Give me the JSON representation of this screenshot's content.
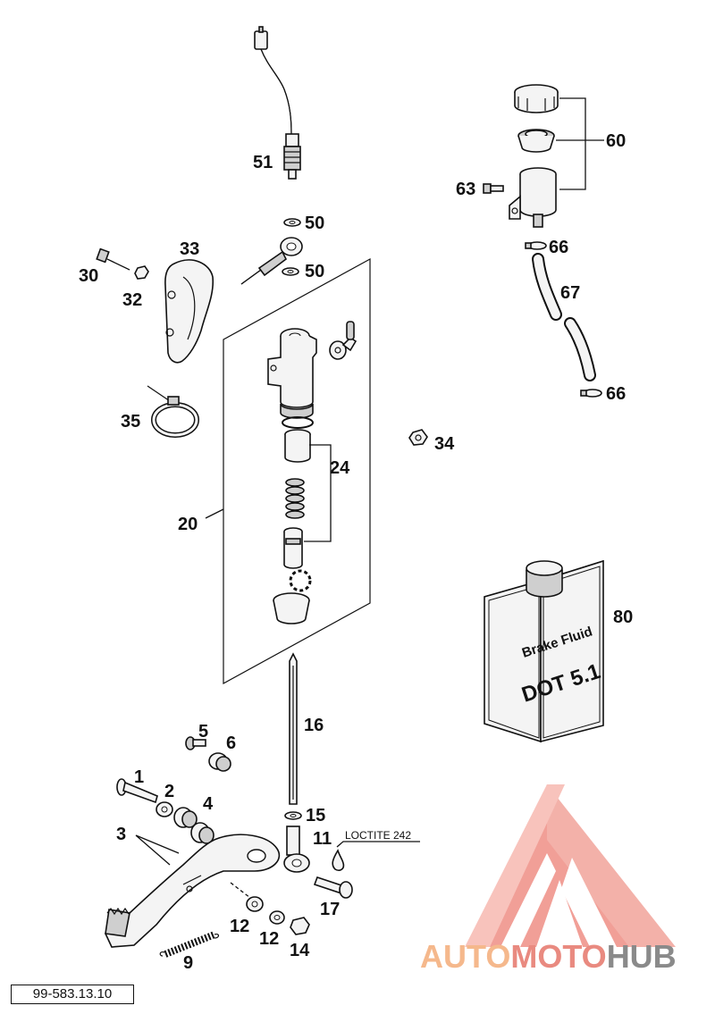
{
  "callouts": [
    {
      "id": "c51",
      "label": "51"
    },
    {
      "id": "c60",
      "label": "60"
    },
    {
      "id": "c63",
      "label": "63"
    },
    {
      "id": "c50a",
      "label": "50"
    },
    {
      "id": "c50b",
      "label": "50"
    },
    {
      "id": "c33",
      "label": "33"
    },
    {
      "id": "c30",
      "label": "30"
    },
    {
      "id": "c32",
      "label": "32"
    },
    {
      "id": "c66a",
      "label": "66"
    },
    {
      "id": "c67",
      "label": "67"
    },
    {
      "id": "c66b",
      "label": "66"
    },
    {
      "id": "c35",
      "label": "35"
    },
    {
      "id": "c34",
      "label": "34"
    },
    {
      "id": "c24",
      "label": "24"
    },
    {
      "id": "c20",
      "label": "20"
    },
    {
      "id": "c80",
      "label": "80"
    },
    {
      "id": "c16",
      "label": "16"
    },
    {
      "id": "c5",
      "label": "5"
    },
    {
      "id": "c6",
      "label": "6"
    },
    {
      "id": "c1",
      "label": "1"
    },
    {
      "id": "c2",
      "label": "2"
    },
    {
      "id": "c4",
      "label": "4"
    },
    {
      "id": "c3",
      "label": "3"
    },
    {
      "id": "c15",
      "label": "15"
    },
    {
      "id": "c11",
      "label": "11"
    },
    {
      "id": "c17",
      "label": "17"
    },
    {
      "id": "c12a",
      "label": "12"
    },
    {
      "id": "c12b",
      "label": "12"
    },
    {
      "id": "c14",
      "label": "14"
    },
    {
      "id": "c9",
      "label": "9"
    }
  ],
  "annotation": {
    "loctite": "LOCTITE 242"
  },
  "bottle": {
    "line1": "Brake Fluid",
    "line2": "DOT 5.1"
  },
  "document_number": "99-583.13.10",
  "watermark": {
    "part1": "AUTO",
    "part2": "MOTO",
    "part3": "HUB",
    "color_light": "#f4b183",
    "color_red": "#e8736b",
    "color_gray": "#8a8a8a"
  }
}
